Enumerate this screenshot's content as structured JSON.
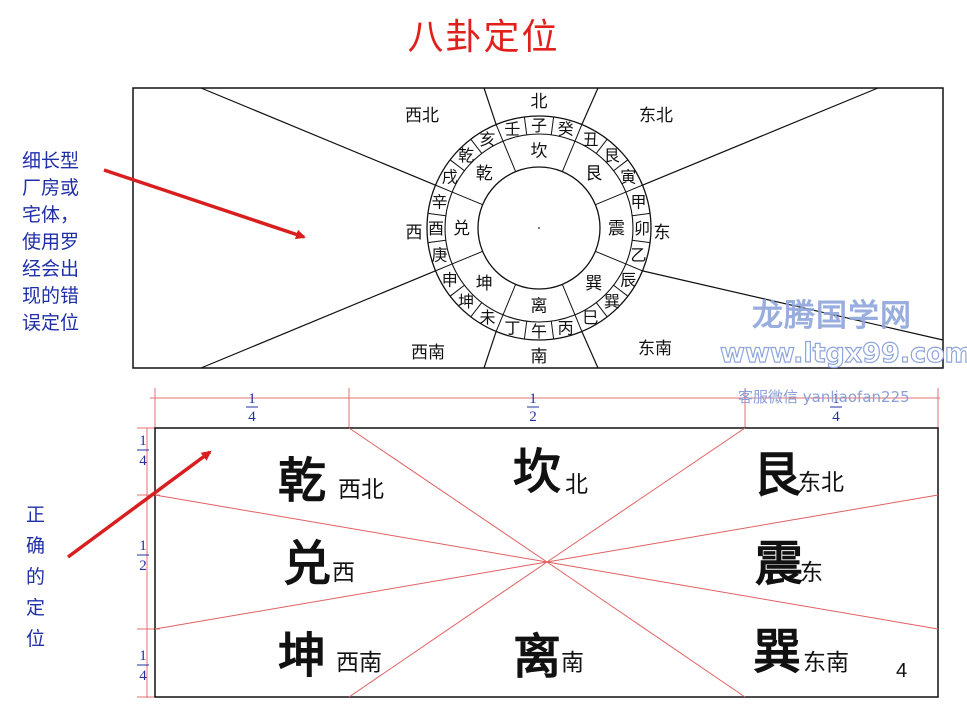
{
  "title": "八卦定位",
  "notes": {
    "wrong": [
      "细长型",
      "厂房或",
      "宅体，",
      "使用罗",
      "经会出",
      "现的错",
      "误定位"
    ],
    "correct": [
      "正",
      "确",
      "的",
      "定",
      "位"
    ]
  },
  "page_number": "4",
  "watermark": {
    "brand": "龙腾国学网",
    "url": "www.ltgx99.com",
    "contact": "客服微信 yanliaofan225"
  },
  "colors": {
    "title": "#e0201c",
    "note": "#1f2fa8",
    "arrow": "#d81e1e",
    "grid_line": "#e06060",
    "dim_line": "#e07070",
    "fraction": "#2030a0"
  },
  "compass": {
    "directions": {
      "n": "北",
      "ne": "东北",
      "e": "东",
      "se": "东南",
      "s": "南",
      "sw": "西南",
      "w": "西",
      "nw": "西北"
    },
    "mountains": [
      "子",
      "癸",
      "丑",
      "艮",
      "寅",
      "甲",
      "卯",
      "乙",
      "辰",
      "巽",
      "巳",
      "丙",
      "午",
      "丁",
      "未",
      "坤",
      "申",
      "庚",
      "酉",
      "辛",
      "戌",
      "乾",
      "亥",
      "壬"
    ],
    "trigrams": [
      "坎",
      "艮",
      "震",
      "巽",
      "离",
      "坤",
      "兑",
      "乾"
    ]
  },
  "grid": {
    "fractions": {
      "quarter_num": "1",
      "quarter_den": "4",
      "half_num": "1",
      "half_den": "2"
    },
    "cells": [
      {
        "trigram": "乾",
        "dir": "西北"
      },
      {
        "trigram": "坎",
        "dir": "北"
      },
      {
        "trigram": "艮",
        "dir": "东北"
      },
      {
        "trigram": "兑",
        "dir": "西"
      },
      {
        "trigram": "震",
        "dir": "东"
      },
      {
        "trigram": "坤",
        "dir": "西南"
      },
      {
        "trigram": "离",
        "dir": "南"
      },
      {
        "trigram": "巽",
        "dir": "东南"
      }
    ]
  }
}
